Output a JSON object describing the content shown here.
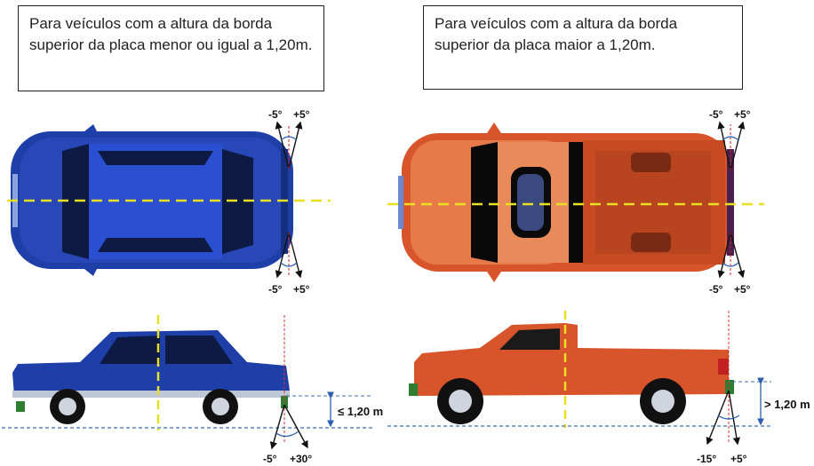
{
  "caption_left": "Para veículos com a altura da borda superior da placa menor ou igual a 1,20m.",
  "caption_right": "Para veículos com a altura da borda superior da placa maior a 1,20m.",
  "top_view_angles": {
    "minus": "-5°",
    "plus": "+5°"
  },
  "side_view_left": {
    "height_label": "≤ 1,20 m",
    "angle_down": "-5°",
    "angle_up": "+30°"
  },
  "side_view_right": {
    "height_label": "> 1,20 m",
    "angle_down": "-15°",
    "angle_up": "+5°"
  },
  "colors": {
    "car_blue": "#1f3fa8",
    "car_orange": "#d8542a",
    "centerline_yellow": "#e8e020",
    "ground_line": "#3a6fb0",
    "plate_green": "#2e7d32"
  }
}
